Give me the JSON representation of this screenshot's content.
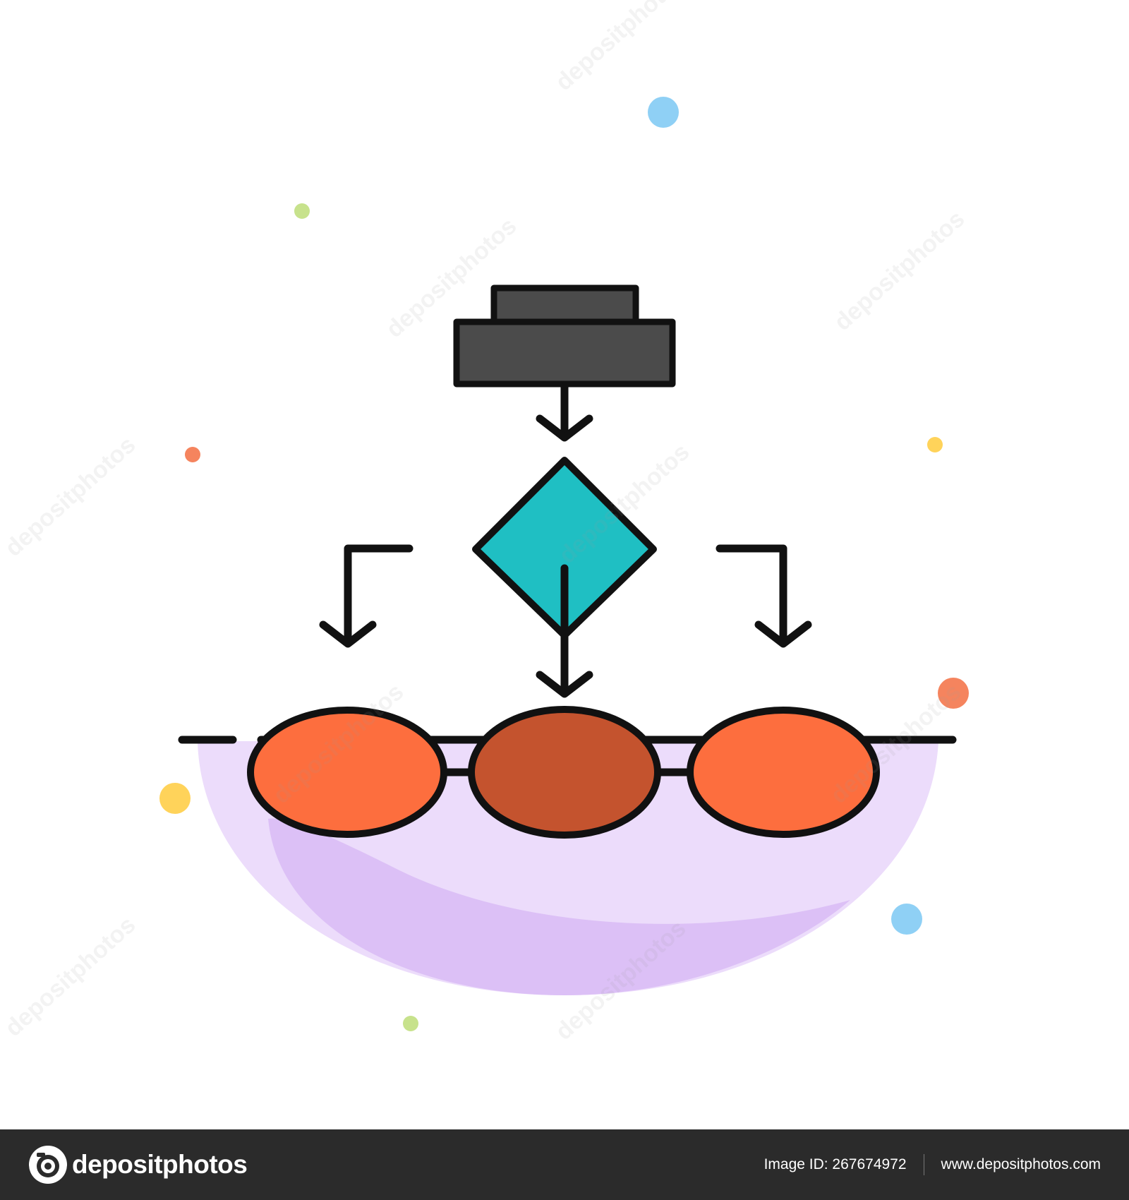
{
  "image": {
    "content": "flowchart-icon",
    "style": "flat abstract icon with lavender backdrop"
  },
  "colors": {
    "background": "#ffffff",
    "outline": "#111111",
    "start_block": "#4b4b4b",
    "decision_diamond": "#1fbfc3",
    "node_left": "#fd6e3e",
    "node_middle": "#c4532e",
    "node_right": "#fd6e3e",
    "blob_light": "#ecdcfb",
    "blob_dark": "#dcc0f6",
    "dot_blue": "#8fd0f5",
    "dot_green": "#c7e28c",
    "dot_orange": "#f5845e",
    "dot_yellow": "#ffd35a",
    "footer": "#2b2b2b"
  },
  "watermark": {
    "text": "depositphotos"
  },
  "footer": {
    "brand": "depositphotos",
    "image_id_label": "Image ID: 267674972",
    "site_url": "www.depositphotos.com"
  }
}
